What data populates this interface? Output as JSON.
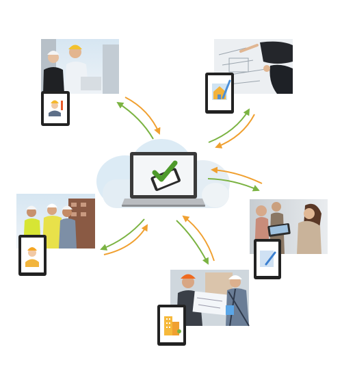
{
  "diagram": {
    "hub": {
      "cloud_color": "#dcebf5",
      "laptop_icon": "laptop-check-icon",
      "check_color": "#4e9a2b"
    },
    "nodes": [
      {
        "id": "executives-meeting",
        "photo": "two-construction-managers-photo",
        "tablet_icon": "engineer-avatar-icon"
      },
      {
        "id": "blueprint-review",
        "photo": "blueprint-drawing-photo",
        "tablet_icon": "house-plan-pencil-icon"
      },
      {
        "id": "client-consultation",
        "photo": "client-meeting-photo",
        "tablet_icon": "document-edit-icon"
      },
      {
        "id": "site-engineers",
        "photo": "engineers-on-site-photo",
        "tablet_icon": "building-icon"
      },
      {
        "id": "field-crew",
        "photo": "construction-crew-photo",
        "tablet_icon": "worker-avatar-icon"
      }
    ],
    "arrow_colors": {
      "orange": "#f0a030",
      "green": "#7bb342"
    }
  }
}
